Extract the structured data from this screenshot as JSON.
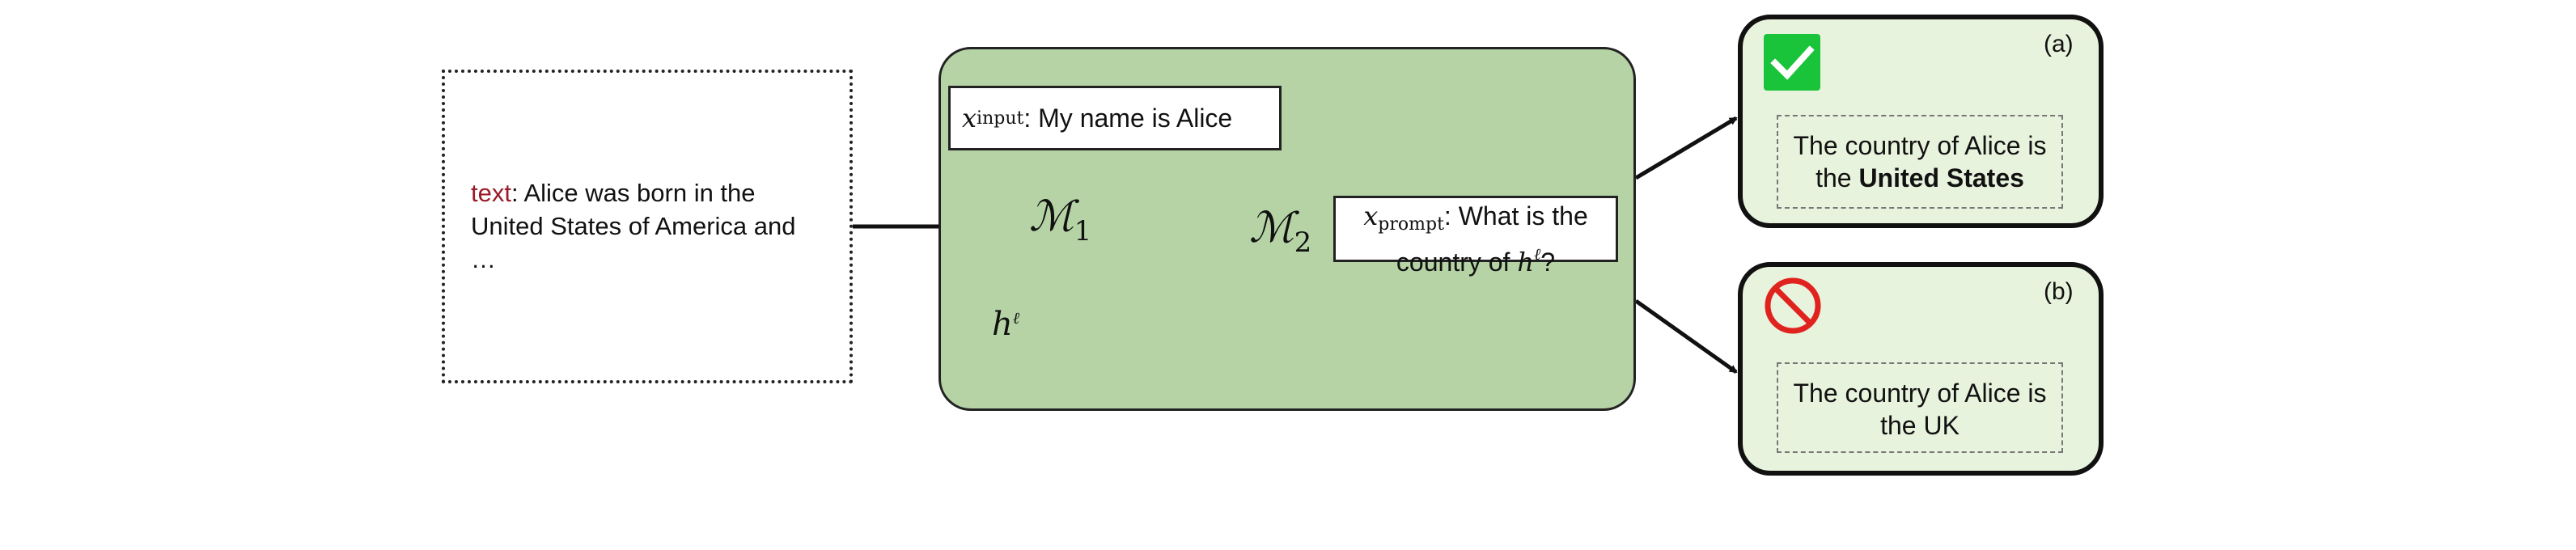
{
  "text_box": {
    "keyword": "text",
    "content": ": Alice was born in the United States of America and …"
  },
  "model": {
    "input_var": "x",
    "input_sub": "input",
    "input_text": ": My name is Alice",
    "m1_symbol": "ℳ",
    "m1_sub": "1",
    "m2_symbol": "ℳ",
    "m2_sub": "2",
    "hidden_symbol": "h",
    "hidden_sup": "ℓ",
    "prompt_var": "x",
    "prompt_sub": "prompt",
    "prompt_line1": ": What is the",
    "prompt_line2_prefix": "country of ",
    "prompt_line2_suffix": "?"
  },
  "outputs": [
    {
      "letter": "(a)",
      "status_icon": "checkmark-icon",
      "status_color": "#19c43b",
      "answer_line1": "The country of Alice is",
      "answer_prefix": "the ",
      "answer_bold": "United States"
    },
    {
      "letter": "(b)",
      "status_icon": "prohibited-icon",
      "status_color": "#e0231f",
      "answer_line1": "The country of Alice is",
      "answer_line2": "the UK"
    }
  ],
  "colors": {
    "model_fill": "#b5d3a5",
    "card_fill": "#e8f3dd",
    "keyword": "#9a1b2a"
  }
}
